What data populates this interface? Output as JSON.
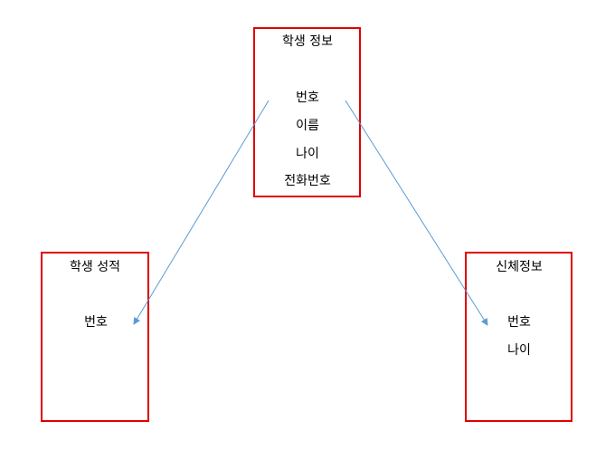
{
  "student_info": {
    "title": "학생 정보",
    "fields": [
      "번호",
      "이름",
      "나이",
      "전화번호"
    ]
  },
  "student_grades": {
    "title": "학생 성적",
    "fields": [
      "번호"
    ]
  },
  "body_info": {
    "title": "신체정보",
    "fields": [
      "번호",
      "나이"
    ]
  },
  "colors": {
    "box_border": "#e00000",
    "arrow": "#5b9bd5"
  }
}
